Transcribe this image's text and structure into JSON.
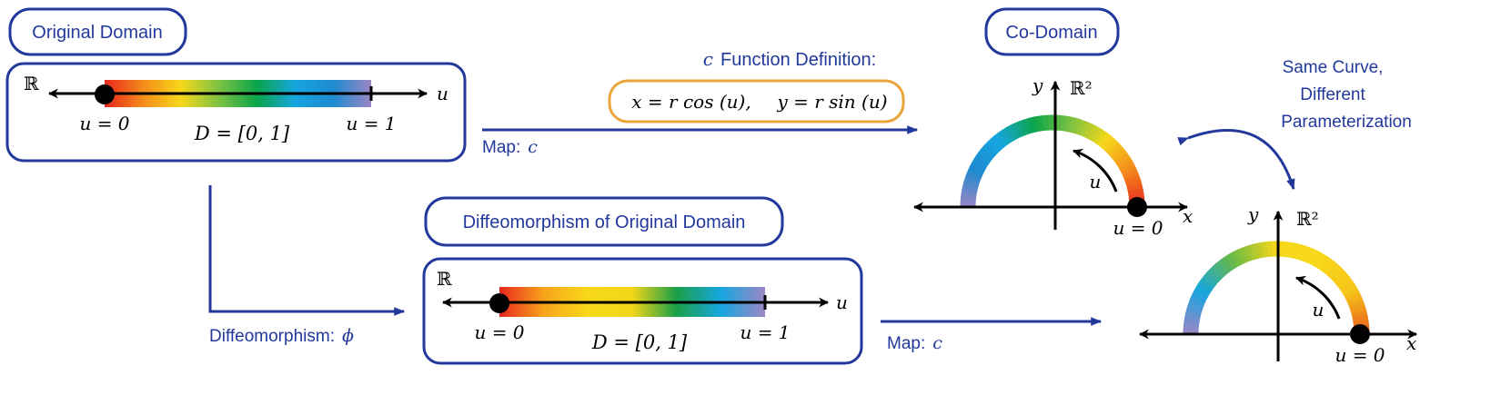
{
  "colors": {
    "primary": "#22389b",
    "formula_border": "#eaa43a",
    "axis": "#000000",
    "gradient_original": [
      "#e8271d",
      "#f48a1b",
      "#f7d81a",
      "#7dc242",
      "#0aa44a",
      "#16a6e0",
      "#1d8ad0",
      "#9b86c5"
    ],
    "gradient_diffeo": [
      "#e8271d",
      "#f7a31b",
      "#f7d81a",
      "#f2d61a",
      "#1a9f48",
      "#16a6e0",
      "#9b86c5"
    ],
    "gradient_curve_bottom": [
      "#e75c1c",
      "#f7c51a",
      "#f7d81a",
      "#f7d81a",
      "#69b944",
      "#16a6e0",
      "#9b86c5"
    ]
  },
  "labels": {
    "original_domain": "Original Domain",
    "co_domain": "Co-Domain",
    "diffeo_domain": "Diffeomorphism of Original Domain",
    "same_curve_lines": [
      "Same Curve,",
      "Different",
      "Parameterization"
    ],
    "function_def_symbol": "c",
    "function_def_text": "Function Definition:",
    "map_text": "Map:",
    "map_symbol": "c",
    "diffeo_text": "Diffeomorphism:",
    "diffeo_symbol": "ϕ"
  },
  "formula": {
    "x_part": "x = r cos (u),",
    "y_part": "y = r sin (u)"
  },
  "domain_line": {
    "space": "ℝ",
    "axis_var": "u",
    "start_label": "u = 0",
    "end_label": "u = 1",
    "interval": "D = [0, 1]"
  },
  "curve": {
    "space": "ℝ²",
    "x_axis": "x",
    "y_axis": "y",
    "param": "u",
    "start_label": "u = 0"
  }
}
